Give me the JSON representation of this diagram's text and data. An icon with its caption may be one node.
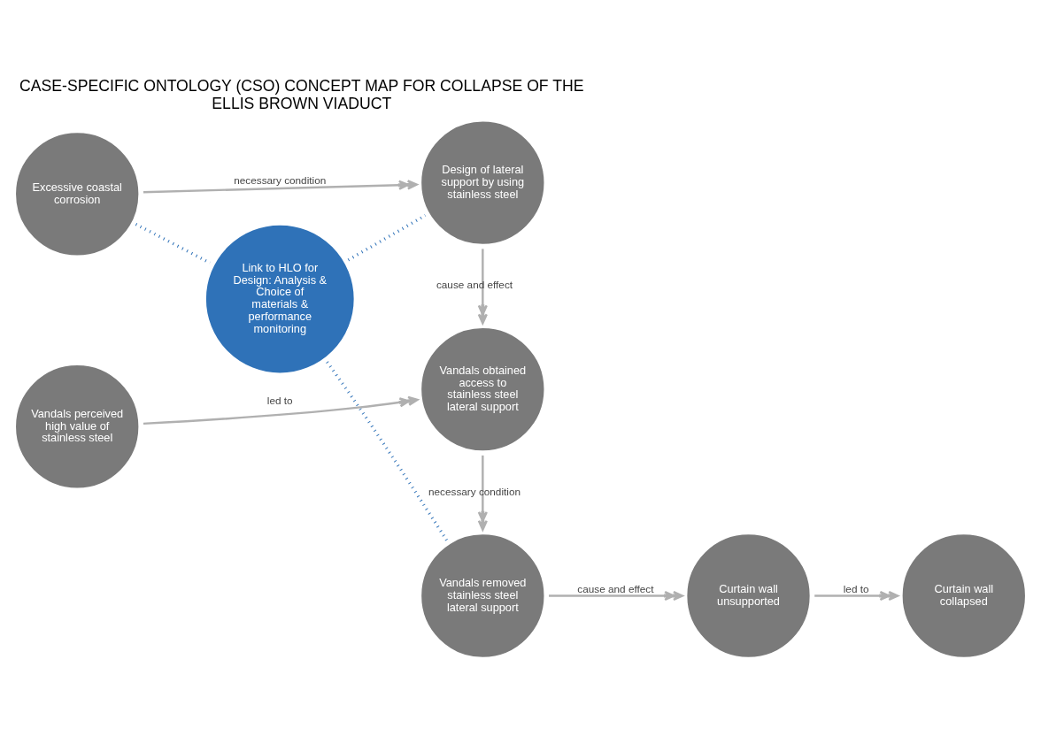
{
  "diagram": {
    "title": "CASE-SPECIFIC ONTOLOGY (CSO) CONCEPT MAP FOR COLLAPSE OF THE ELLIS BROWN VIADUCT",
    "nodes": [
      {
        "text": [
          "Excessive coastal corrosion"
        ]
      },
      {
        "text": [
          "Design of lateral support by using stainless steel"
        ]
      },
      {
        "text": [
          "Link to HLO for Design: Analysis & Choice of materials & performance monitoring"
        ]
      },
      {
        "text": [
          "Vandals perceived high value of stainless steel"
        ]
      },
      {
        "text": [
          "Vandals obtained access to stainless steel lateral support"
        ]
      },
      {
        "text": [
          "Curtain wall unsupported"
        ]
      },
      {
        "text": [
          "Vandals removed stainless steel lateral support"
        ]
      },
      {
        "text": [
          "Curtain wall collapsed"
        ]
      }
    ],
    "edges": [
      {
        "from": 0,
        "to": 1,
        "arrow": "to",
        "label": "necessary condition"
      },
      {
        "from": 1,
        "to": 4,
        "arrow": "to",
        "label": "cause and effect"
      },
      {
        "from": 3,
        "to": 4,
        "arrow": "to",
        "label": "led to"
      },
      {
        "from": 4,
        "to": 6,
        "arrow": "to",
        "label": "necessary condition"
      },
      {
        "from": 6,
        "to": 5,
        "arrow": "to",
        "label": "cause and effect"
      },
      {
        "from": 5,
        "to": 7,
        "arrow": "to",
        "label": "led to"
      },
      {
        "from": 0,
        "to": 2,
        "arrow": "none",
        "style": "dashed",
        "color": "#2f72b8"
      },
      {
        "from": 2,
        "to": 1,
        "arrow": "none",
        "style": "dashed",
        "color": "#2f72b8"
      },
      {
        "from": 2,
        "to": 6,
        "arrow": "none",
        "style": "dashed",
        "color": "#2f72b8"
      }
    ]
  }
}
